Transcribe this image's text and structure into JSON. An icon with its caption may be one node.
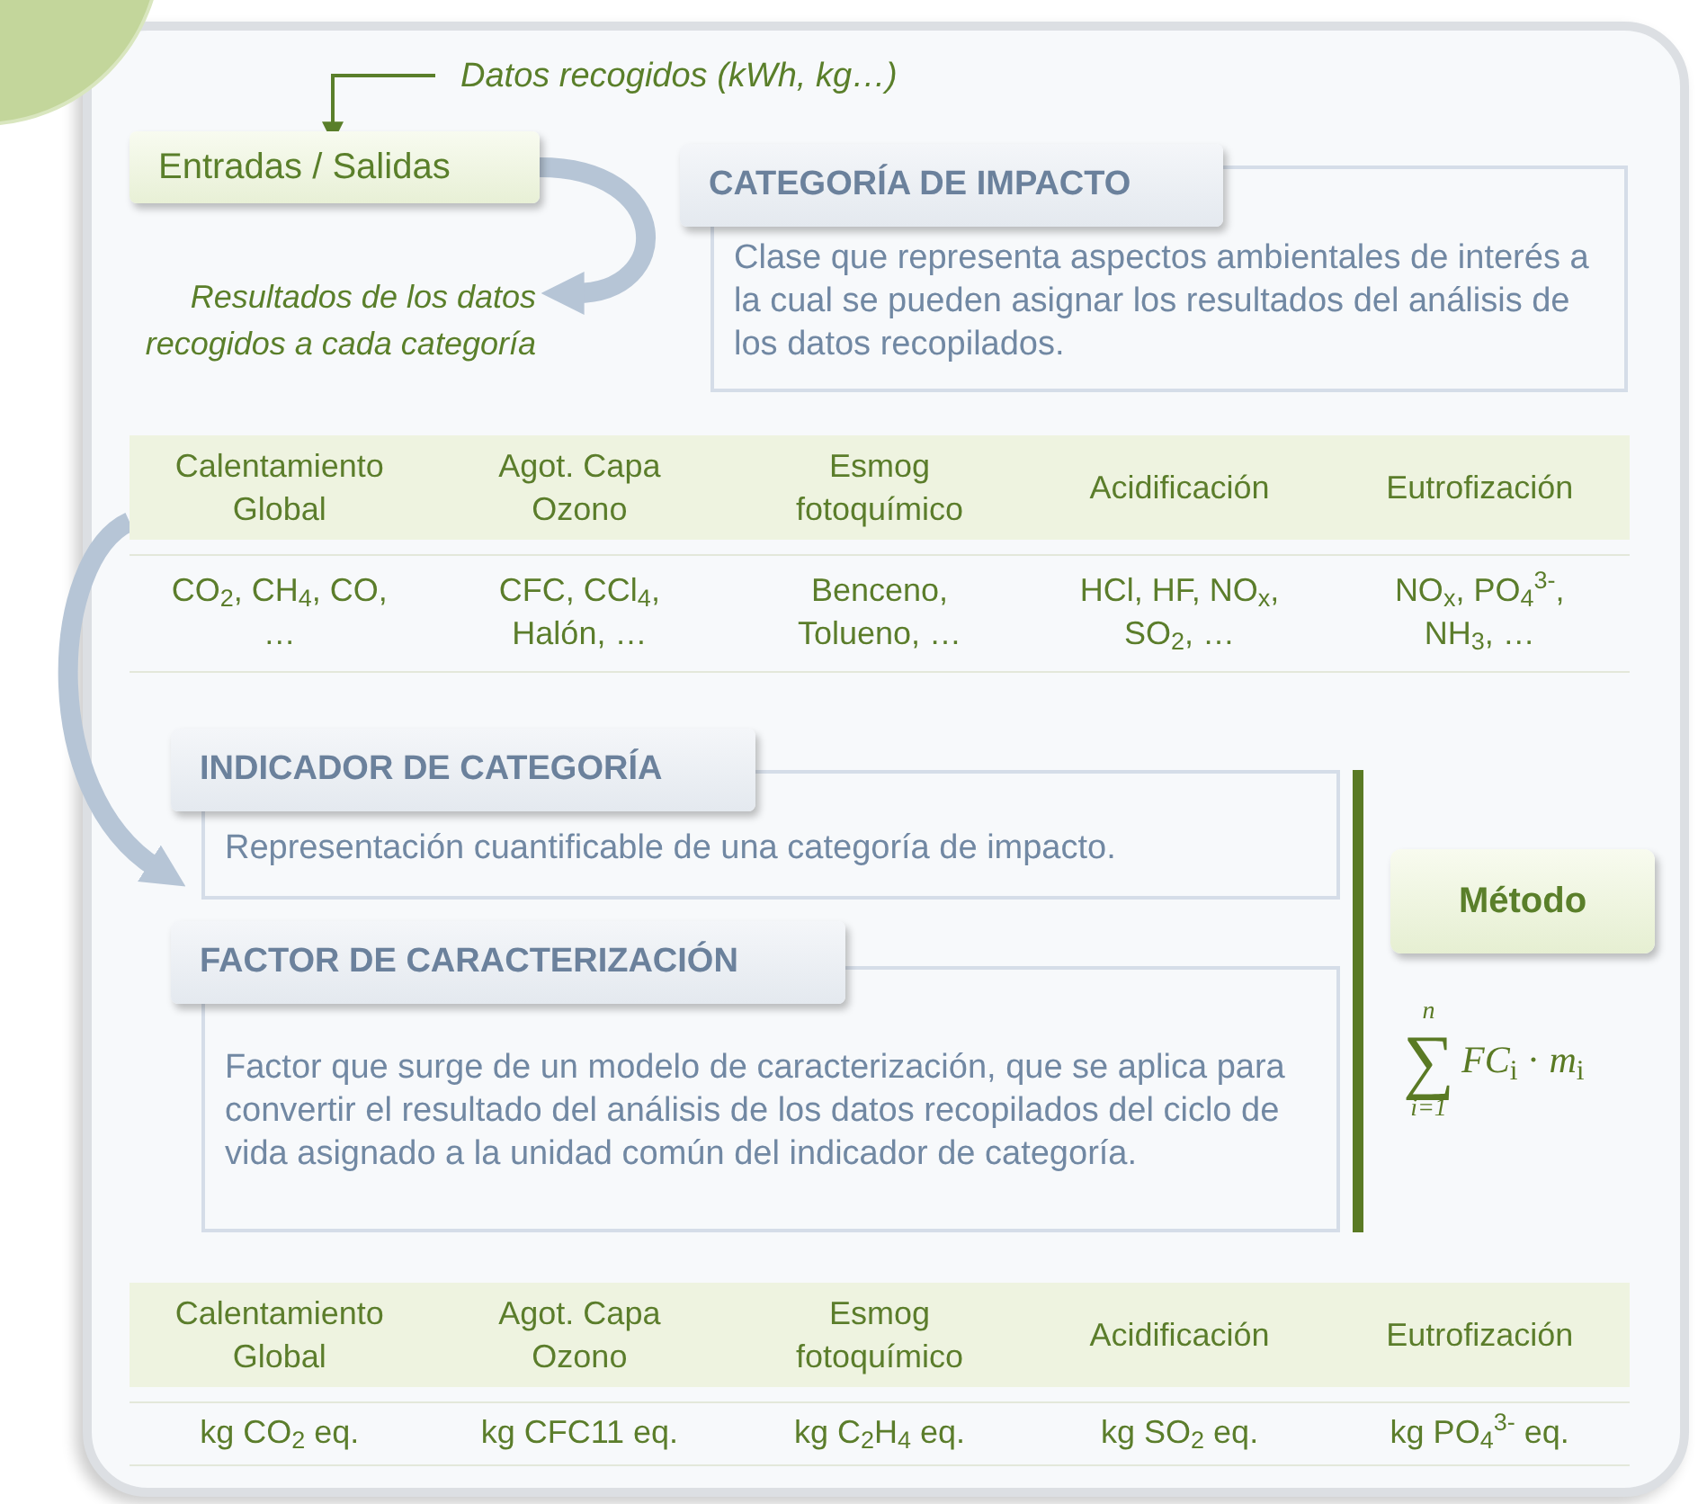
{
  "diagram": {
    "nodes": [
      {
        "text": [
          "Datos recogidos (kWh, kg…)"
        ]
      },
      {
        "text": [
          "Entradas / Salidas"
        ]
      },
      {
        "text": [
          "Resultados de los datos recogidos a cada categoría"
        ]
      },
      {
        "text": [
          "CATEGORÍA DE IMPACTO",
          "Clase que representa aspectos ambientales de interés a la cual se pueden asignar los resultados del análisis de los datos recopilados."
        ]
      },
      {
        "text": [],
        "shape": "box"
      },
      {
        "text": [
          "INDICADOR DE CATEGORÍA",
          "Representación cuantificable de una categoría de impacto."
        ]
      },
      {
        "text": [
          "FACTOR DE CARACTERIZACIÓN",
          "Factor que surge de un modelo de caracterización, que se aplica para convertir el resultado del análisis de los datos recopilados del ciclo de vida asignado a la unidad común del indicador de categoría."
        ]
      },
      {
        "text": [
          "Método"
        ]
      },
      {
        "text": [],
        "shape": "box"
      }
    ],
    "edges": [
      {
        "from": 0,
        "to": 1,
        "arrow": "to",
        "color": "#5a7f2a"
      },
      {
        "from": 1,
        "to": 2,
        "arrow": "to"
      },
      {
        "from": 4,
        "to": 5,
        "arrow": "to"
      }
    ],
    "labels": [
      "Calentamiento Global",
      "Agot. Capa Ozono",
      "Esmog fotoquímico",
      "Acidificación",
      "Eutrofización",
      "CO$_{2}$, CH$_{4}$, CO, …",
      "CFC, CCl$_{4}$, Halón, …",
      "Benceno, Tolueno, …",
      "HCl, HF, NO$_{x}$, SO$_{2}$, …",
      "NO$_{x}$, PO$_{4}$$^{3-}$, NH$_{3}$, …",
      "n",
      "∑",
      "i=1",
      "*FC*$_{i}$ · *m*$_{i}$",
      "Calentamiento Global",
      "Agot. Capa Ozono",
      "Esmog fotoquímico",
      "Acidificación",
      "Eutrofización",
      "kg CO$_{2}$ eq.",
      "kg CFC11 eq.",
      "kg C$_{2}$H$_{4}$ eq.",
      "kg SO$_{2}$ eq.",
      "kg PO$_{4}$$^{3-}$ eq."
    ]
  }
}
